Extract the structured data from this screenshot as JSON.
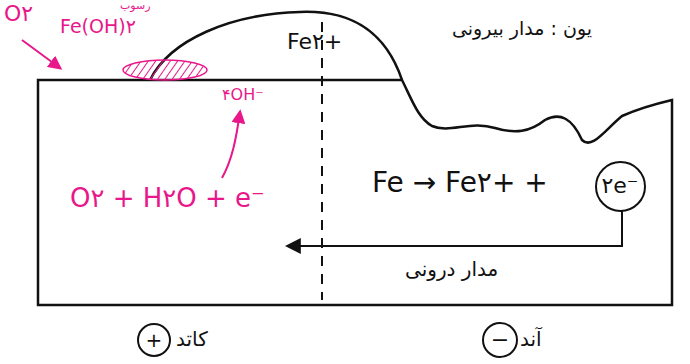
{
  "diagram": {
    "nodes": [
      {
        "text": [
          "۲e⁻"
        ]
      },
      {
        "text": [
          "+"
        ]
      },
      {
        "text": [
          "−"
        ]
      }
    ],
    "labels": [
      "O۲",
      "رسوب",
      "Fe(OH)۲",
      "۴OH⁻",
      "O۲ + H۲O + e⁻",
      "Fe۲+",
      "یون : مدار بیرونی",
      "Fe → Fe۲+ +",
      "مدار درونی",
      "کاتد",
      "آند"
    ]
  }
}
